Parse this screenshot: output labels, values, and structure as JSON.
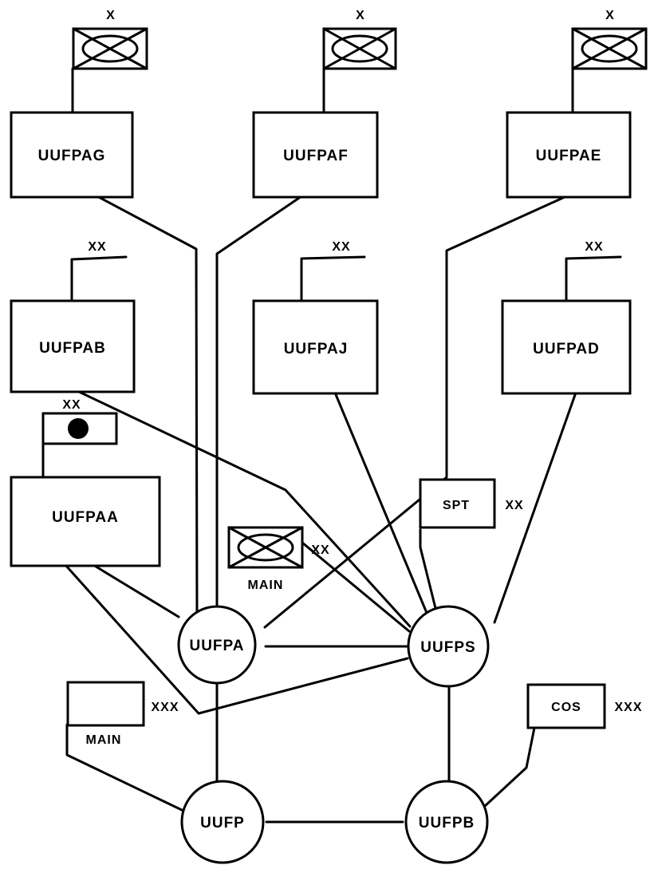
{
  "nodes": {
    "uufpag": {
      "label": "UUFPAG",
      "echelon": "X"
    },
    "uufpaf": {
      "label": "UUFPAF",
      "echelon": "X"
    },
    "uufpae": {
      "label": "UUFPAE",
      "echelon": "X"
    },
    "uufpab": {
      "label": "UUFPAB",
      "echelon": "XX"
    },
    "uufpaj": {
      "label": "UUFPAJ",
      "echelon": "XX"
    },
    "uufpad": {
      "label": "UUFPAD",
      "echelon": "XX"
    },
    "uufpaa": {
      "label": "UUFPAA",
      "echelon": "XX"
    },
    "uufpa": {
      "label": "UUFPA"
    },
    "uufps": {
      "label": "UUFPS"
    },
    "uufp": {
      "label": "UUFP"
    },
    "uufpb": {
      "label": "UUFPB"
    }
  },
  "units": {
    "div_main": {
      "echelon": "XX",
      "caption": "MAIN"
    },
    "spt": {
      "label": "SPT",
      "echelon": "XX"
    },
    "corps_main": {
      "echelon": "XXX",
      "caption": "MAIN"
    },
    "cos": {
      "label": "COS",
      "echelon": "XXX"
    }
  }
}
